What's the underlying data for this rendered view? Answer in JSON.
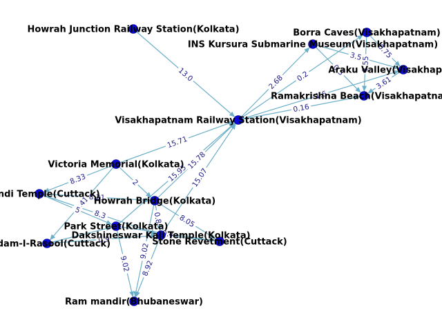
{
  "nodes": [
    {
      "id": "howrah_junction",
      "label": "Howrah Junction Railway Station(Kolkata)"
    },
    {
      "id": "borra",
      "label": "Borra Caves(Visakhapatnam)"
    },
    {
      "id": "ins_kursura",
      "label": "INS Kursura Submarine Museum(Visakhapatnam)"
    },
    {
      "id": "araku",
      "label": "Araku Valley(Visakhapatnam)"
    },
    {
      "id": "rk_beach",
      "label": "Ramakrishna Beach(Visakhapatnam)"
    },
    {
      "id": "vskp_station",
      "label": "Visakhapatnam Railway Station(Visakhapatnam)"
    },
    {
      "id": "victoria",
      "label": "Victoria Memorial(Kolkata)"
    },
    {
      "id": "chandi",
      "label": "Chandi Temple(Cuttack)"
    },
    {
      "id": "howrah_bridge",
      "label": "Howrah Bridge(Kolkata)"
    },
    {
      "id": "park_street",
      "label": "Park Street(Kolkata)"
    },
    {
      "id": "dakshineswar",
      "label": "Dakshineswar Kali Temple(Kolkata)"
    },
    {
      "id": "qadam",
      "label": "Qadam-I-Rasool(Cuttack)"
    },
    {
      "id": "stone_revetment",
      "label": "Stone Revetment(Cuttack)"
    },
    {
      "id": "ram_mandir",
      "label": "Ram mandir(Bhubaneswar)"
    }
  ],
  "edges": [
    {
      "from": "howrah_junction",
      "to": "vskp_station",
      "label": "13.0"
    },
    {
      "from": "vskp_station",
      "to": "borra",
      "label": "0.2"
    },
    {
      "from": "vskp_station",
      "to": "ins_kursura",
      "label": "2.68"
    },
    {
      "from": "vskp_station",
      "to": "araku",
      "label": "1.6"
    },
    {
      "from": "vskp_station",
      "to": "rk_beach",
      "label": "0.16"
    },
    {
      "from": "ins_kursura",
      "to": "araku",
      "label": "3.55"
    },
    {
      "from": "borra",
      "to": "araku",
      "label": "0.75"
    },
    {
      "from": "borra",
      "to": "rk_beach",
      "label": "3.55"
    },
    {
      "from": "ins_kursura",
      "to": "rk_beach",
      "label": "0.5"
    },
    {
      "from": "araku",
      "to": "rk_beach",
      "label": "3.61"
    },
    {
      "from": "victoria",
      "to": "vskp_station",
      "label": "15.71"
    },
    {
      "from": "park_street",
      "to": "vskp_station",
      "label": "15.95"
    },
    {
      "from": "howrah_bridge",
      "to": "vskp_station",
      "label": "15.78"
    },
    {
      "from": "dakshineswar",
      "to": "vskp_station",
      "label": "15.07"
    },
    {
      "from": "victoria",
      "to": "chandi",
      "label": "8.33"
    },
    {
      "from": "victoria",
      "to": "howrah_bridge",
      "label": "2"
    },
    {
      "from": "victoria",
      "to": "qadam",
      "label": "8.41"
    },
    {
      "from": "chandi",
      "to": "howrah_bridge",
      "label": "8.21"
    },
    {
      "from": "chandi",
      "to": "park_street",
      "label": "5"
    },
    {
      "from": "chandi",
      "to": "dakshineswar",
      "label": "8.3"
    },
    {
      "from": "howrah_bridge",
      "to": "stone_revetment",
      "label": "8.05"
    },
    {
      "from": "park_street",
      "to": "stone_revetment",
      "label": "0.4"
    },
    {
      "from": "howrah_bridge",
      "to": "dakshineswar",
      "label": "0.8"
    },
    {
      "from": "qadam",
      "to": "dakshineswar",
      "label": "0.9"
    },
    {
      "from": "park_street",
      "to": "ram_mandir",
      "label": "9.02"
    },
    {
      "from": "howrah_bridge",
      "to": "ram_mandir",
      "label": "9.02"
    },
    {
      "from": "dakshineswar",
      "to": "ram_mandir",
      "label": "8.92"
    },
    {
      "from": "qadam",
      "to": "park_street",
      "label": ""
    },
    {
      "from": "stone_revetment",
      "to": "dakshineswar",
      "label": ""
    }
  ],
  "colors": {
    "node": "#0a0ad8",
    "edge": "#6aaec8",
    "edge_label": "#1b1b8a"
  }
}
